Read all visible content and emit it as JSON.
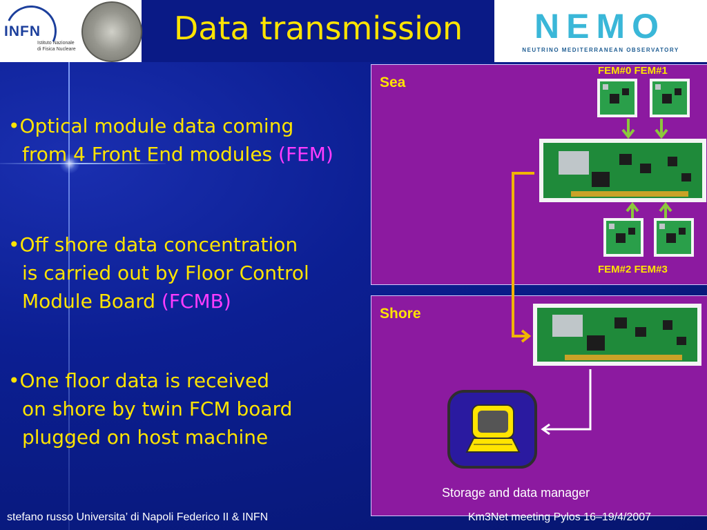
{
  "slide": {
    "title": "Data transmission"
  },
  "logos": {
    "infn": {
      "text": "INFN",
      "sub_line1": "Istituto Nazionale",
      "sub_line2": "di Fisica Nucleare"
    },
    "nemo": {
      "text": "NEMO",
      "sub": "NEUTRINO MEDITERRANEAN OBSERVATORY"
    }
  },
  "bullets": [
    {
      "lines": [
        "•Optical module data coming",
        "from 4 Front End modules "
      ],
      "highlight": "(FEM)"
    },
    {
      "lines": [
        "•Off shore data concentration",
        "is carried out by Floor Control",
        "Module Board "
      ],
      "highlight": "(FCMB)"
    },
    {
      "lines": [
        "•One floor data is received",
        "on shore by twin FCM board",
        "plugged on host machine"
      ]
    }
  ],
  "diagram": {
    "sea_label": "Sea",
    "shore_label": "Shore",
    "fem_top_label": "FEM#0 FEM#1",
    "fem_bottom_label": "FEM#2 FEM#3",
    "storage_label": "Storage and data manager",
    "computer_icon": "computer-terminal-icon"
  },
  "footer": {
    "left": "stefano russo Universita’ di Napoli Federico II & INFN",
    "right": "Km3Net meeting Pylos 16–19/4/2007"
  },
  "colors": {
    "title": "#ffe400",
    "highlight": "#ff3cff",
    "panel": "#8c1aa0",
    "arrow_green": "#8cc83c",
    "arrow_orange": "#f0b400"
  }
}
